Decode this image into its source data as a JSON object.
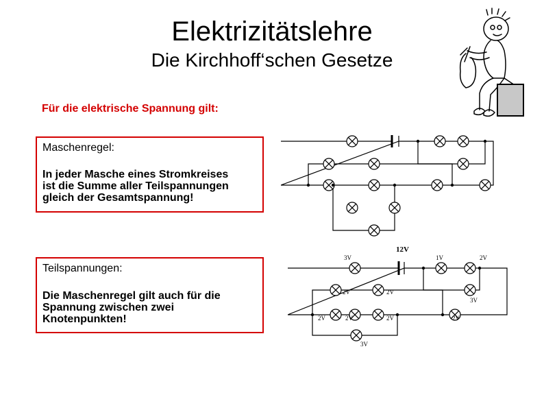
{
  "slide": {
    "title": "Elektrizitätslehre",
    "subtitle": "Die Kirchhoff‘schen Gesetze",
    "intro": "Für die elektrische Spannung gilt:"
  },
  "box1": {
    "heading": "Maschenregel:",
    "lines": [
      "In jeder Masche eines Stromkreises",
      "ist die Summe aller Teilspannungen",
      "gleich der Gesamtspannung!"
    ]
  },
  "box2": {
    "heading": "Teilspannungen:",
    "lines": [
      "Die Maschenregel gilt auch für die",
      "Spannung zwischen zwei",
      "Knotenpunkten!"
    ]
  },
  "circuit2_labels": {
    "source": "12V",
    "l1": "3V",
    "l2": "1V",
    "l3": "2V",
    "r1": "2V",
    "r2": "3V",
    "r3": "2V",
    "r4": "2V",
    "r5": "2V",
    "r6": "2V",
    "r7": "3V",
    "r8": "2V",
    "r9": "3V"
  },
  "colors": {
    "accent": "#d40000",
    "gray_block": "#c8c8c8"
  }
}
